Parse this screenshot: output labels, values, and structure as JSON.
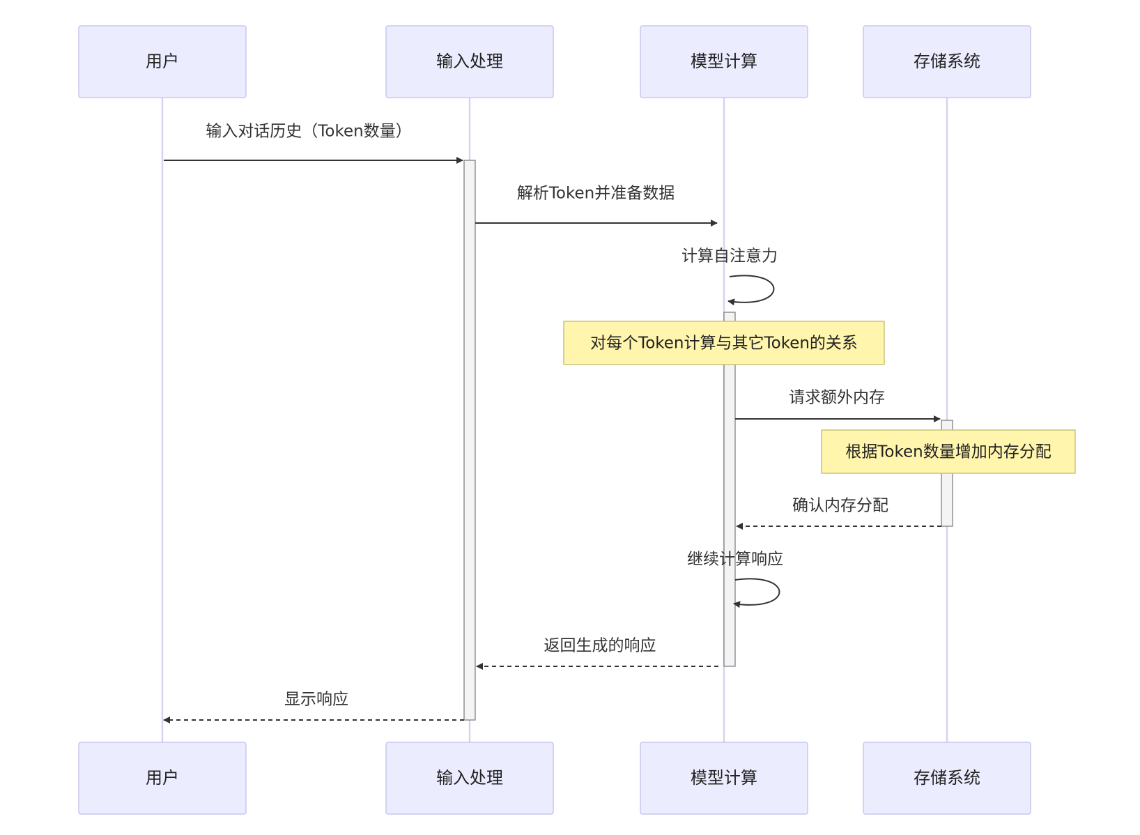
{
  "participants": [
    {
      "id": "user",
      "label": "用户"
    },
    {
      "id": "input",
      "label": "输入处理"
    },
    {
      "id": "model",
      "label": "模型计算"
    },
    {
      "id": "storage",
      "label": "存储系统"
    }
  ],
  "messages": [
    {
      "from": "user",
      "to": "input",
      "text": "输入对话历史（Token数量）",
      "style": "solid"
    },
    {
      "from": "input",
      "to": "model",
      "text": "解析Token并准备数据",
      "style": "solid"
    },
    {
      "from": "model",
      "to": "model",
      "text": "计算自注意力",
      "style": "solid"
    },
    {
      "from": "model",
      "to": "storage",
      "text": "请求额外内存",
      "style": "solid"
    },
    {
      "from": "storage",
      "to": "model",
      "text": "确认内存分配",
      "style": "dashed"
    },
    {
      "from": "model",
      "to": "model",
      "text": "继续计算响应",
      "style": "solid"
    },
    {
      "from": "model",
      "to": "input",
      "text": "返回生成的响应",
      "style": "dashed"
    },
    {
      "from": "input",
      "to": "user",
      "text": "显示响应",
      "style": "dashed"
    }
  ],
  "notes": [
    {
      "over": "model",
      "text": "对每个Token计算与其它Token的关系"
    },
    {
      "over": "storage",
      "text": "根据Token数量增加内存分配"
    }
  ],
  "colors": {
    "actor_fill": "#ececff",
    "actor_border": "#c9c7ef",
    "lifeline": "#d6d4f1",
    "note_fill": "#fff5ad",
    "note_border": "#c9c47a",
    "arrow": "#333333"
  }
}
